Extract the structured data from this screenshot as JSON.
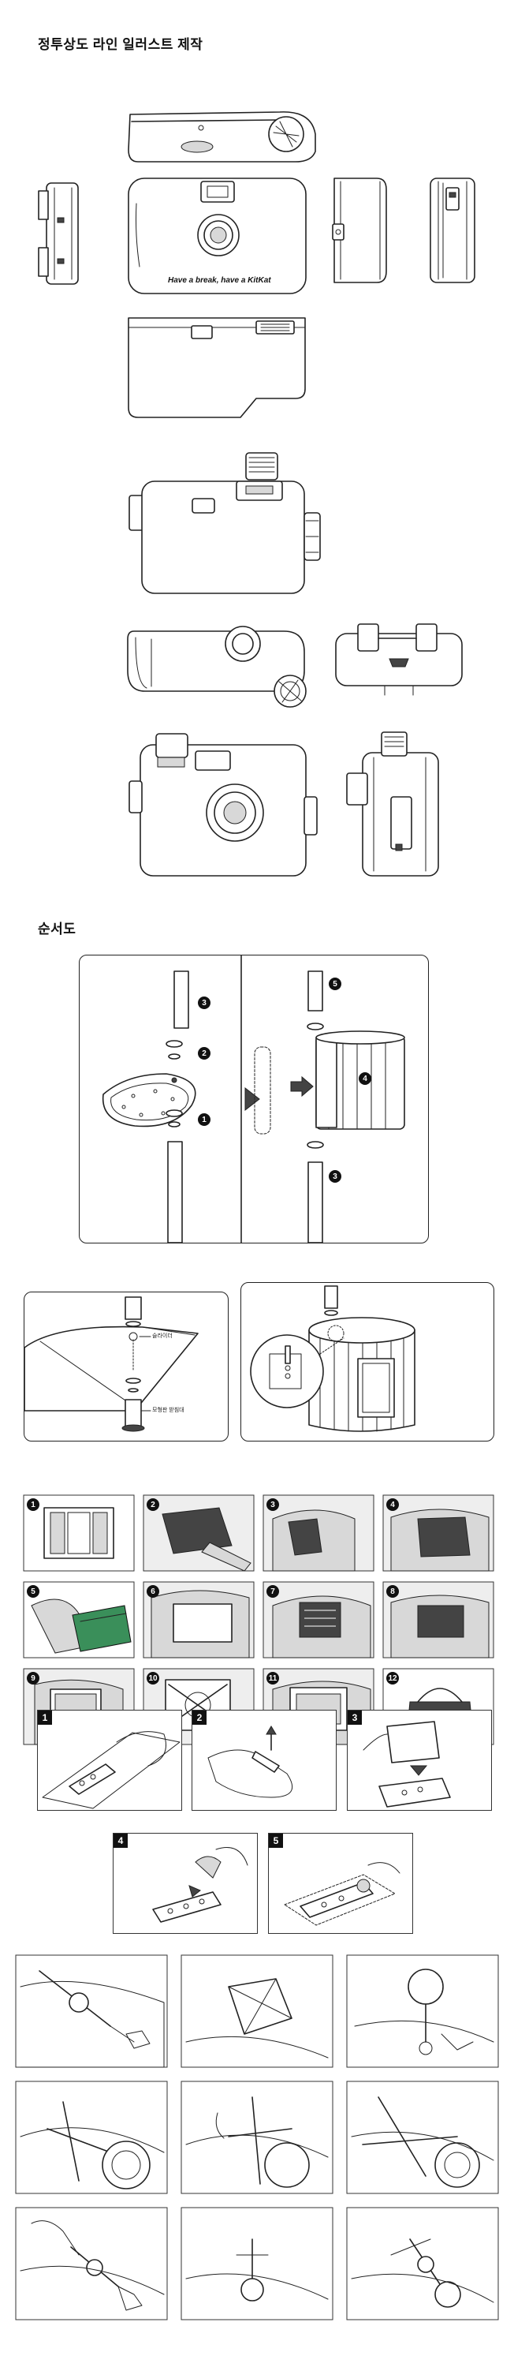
{
  "section1": {
    "title": "정투상도 라인 일러스트 제작"
  },
  "camera": {
    "brand_text": "Have a break, have a KitKat"
  },
  "section2": {
    "title": "순서도"
  },
  "steps": {
    "top_left": [
      "3",
      "2",
      "1"
    ],
    "top_right": [
      "5",
      "4",
      "3"
    ],
    "label_washer": "슬라이더",
    "label_pole": "모형판 받침대",
    "grid": [
      "1",
      "2",
      "3",
      "4",
      "5",
      "6",
      "7",
      "8",
      "9",
      "10",
      "11",
      "12"
    ],
    "square": [
      "1",
      "2",
      "3",
      "4",
      "5"
    ]
  }
}
